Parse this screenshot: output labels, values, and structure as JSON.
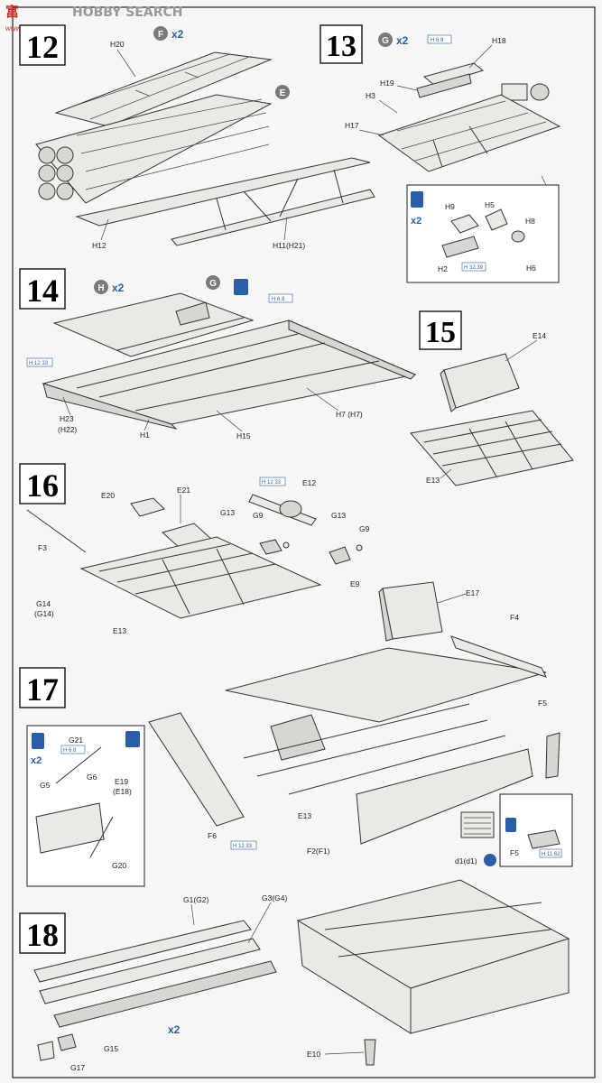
{
  "watermark": {
    "text": "HOBBY SEARCH",
    "prefix": "富",
    "url": "www.aibang.com"
  },
  "steps": {
    "s12": {
      "number": "12",
      "badge": "F",
      "mult": "x2",
      "labels": {
        "h20": "H20",
        "e": "E",
        "h12": "H12",
        "h11": "H11(H21)"
      }
    },
    "s13": {
      "number": "13",
      "badge": "G",
      "mult": "x2",
      "labels": {
        "h18": "H18",
        "h19": "H19",
        "h3": "H3",
        "h17": "H17",
        "h9": "H9",
        "h5": "H5",
        "h8": "H8",
        "h2": "H2",
        "h6": "H6"
      },
      "refs": {
        "r1": "H 6 8",
        "r2": "H 32 39"
      },
      "inset_mult": "x2"
    },
    "s14": {
      "number": "14",
      "badge": "H",
      "mult": "x2",
      "g": "G",
      "labels": {
        "h23": "H23",
        "h22": "(H22)",
        "h1": "H1",
        "h15": "H15",
        "h7": "H7 (H7)"
      },
      "refs": {
        "r1": "H 12 33",
        "r2": "H 6 8"
      }
    },
    "s15": {
      "number": "15",
      "labels": {
        "e14": "E14",
        "e13": "E13"
      }
    },
    "s16": {
      "number": "16",
      "labels": {
        "e20": "E20",
        "e21": "E21",
        "e12": "E12",
        "g13a": "G13",
        "g9a": "G9",
        "g13b": "G13",
        "g9b": "G9",
        "f3": "F3",
        "g14": "G14",
        "g14b": "(G14)",
        "e13": "E13",
        "e9": "E9"
      },
      "refs": {
        "r1": "H 12 33"
      }
    },
    "s17": {
      "number": "17",
      "mult": "x2",
      "labels": {
        "e17": "E17",
        "f4": "F4",
        "f5": "F5",
        "g21": "G21",
        "g5": "G5",
        "g6": "G6",
        "e19": "E19",
        "e18": "(E18)",
        "g20": "G20",
        "f6": "F6",
        "e13": "E13",
        "f2": "F2(F1)",
        "d1": "d1(d1)",
        "f5b": "F5"
      },
      "refs": {
        "r1": "H 6 8",
        "r2": "H 12 33",
        "r3": "H 11 62"
      }
    },
    "s18": {
      "number": "18",
      "mult": "x2",
      "labels": {
        "g1": "G1(G2)",
        "g3": "G3(G4)",
        "g15": "G15",
        "g17": "G17",
        "e10": "E10"
      }
    }
  },
  "colors": {
    "badge_gray": "#7a7a7a",
    "accent_blue": "#2a5ea8",
    "ink": "#222222"
  }
}
